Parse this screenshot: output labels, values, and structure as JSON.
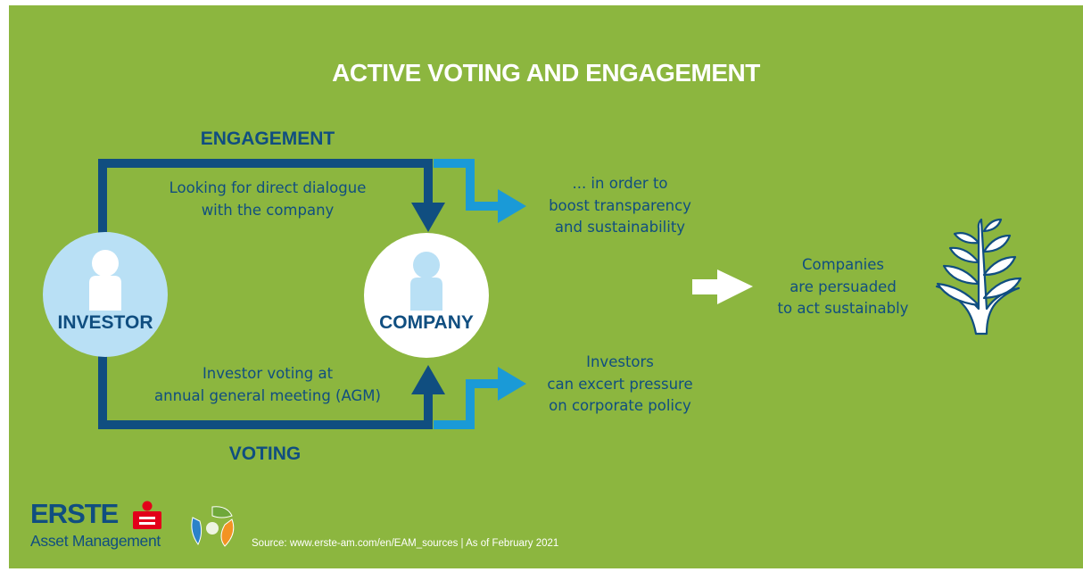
{
  "title": "ACTIVE VOTING AND ENGAGEMENT",
  "engagement": {
    "label": "ENGAGEMENT",
    "description_line1": "Looking for direct dialogue",
    "description_line2": "with the company",
    "outcome_line1": "... in order to",
    "outcome_line2": "boost transparency",
    "outcome_line3": "and sustainability"
  },
  "voting": {
    "label": "VOTING",
    "description_line1": "Investor voting at",
    "description_line2": "annual general meeting (AGM)",
    "outcome_line1": "Investors",
    "outcome_line2": "can excert pressure",
    "outcome_line3": "on corporate policy"
  },
  "nodes": {
    "investor": "INVESTOR",
    "company": "COMPANY"
  },
  "result": {
    "line1": "Companies",
    "line2": "are persuaded",
    "line3": "to act sustainably"
  },
  "footer": {
    "logo_word": "ERSTE",
    "logo_sub": "Asset Management",
    "source": "Source: www.erste-am.com/en/EAM_sources | As of February 2021"
  },
  "icons": [
    "person-icon",
    "plant-icon",
    "right-arrow-icon",
    "erste-s-logo-icon",
    "sustainability-emblem-icon"
  ],
  "colors": {
    "background": "#8cb63f",
    "dark_blue": "#104e80",
    "light_blue": "#1a9ad7",
    "pale_blue": "#b9e0f5",
    "white": "#ffffff",
    "red": "#e2001a"
  }
}
